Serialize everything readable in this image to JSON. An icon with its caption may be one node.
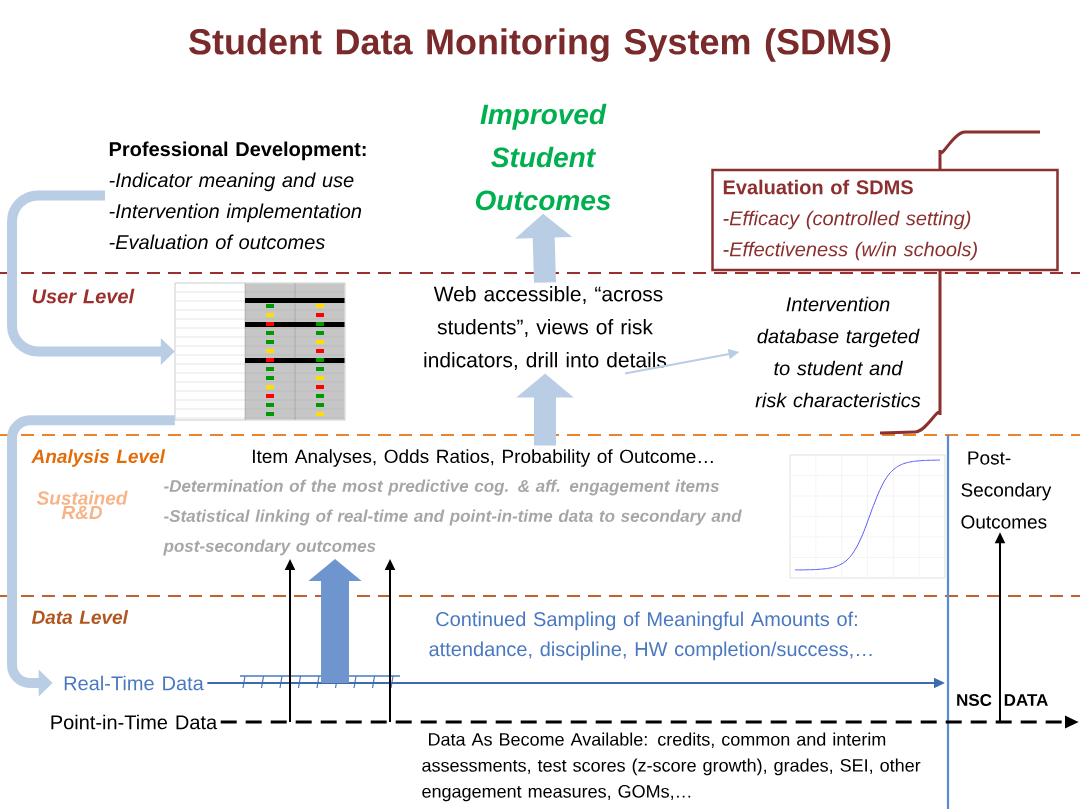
{
  "diagram": {
    "title": "Student Data Monitoring System (SDMS)",
    "nodes": [
      {
        "text": [
          "Improved Student Outcomes"
        ]
      },
      {
        "text": [
          "Professional Development:",
          "-Indicator meaning and use",
          "-Intervention implementation",
          "-Evaluation of outcomes"
        ]
      },
      {
        "text": [
          "Evaluation of SDMS",
          "-Efficacy (controlled setting)",
          "-Effectiveness (w/in schools)"
        ]
      },
      {
        "text": [],
        "shape": "picture"
      },
      {
        "text": [
          "Web accessible, “across students”, views of risk indicators, drill into details"
        ]
      },
      {
        "text": [
          "Intervention database targeted to student and risk characteristics"
        ]
      },
      {
        "text": [
          "Item Analyses, Odds Ratios, Probability of Outcome…"
        ]
      },
      {
        "text": [
          "Post-Secondary Outcomes"
        ]
      },
      {
        "text": [
          "Continued Sampling of Meaningful Amounts of: attendance, discipline, HW completion/success,…"
        ]
      },
      {
        "text": [
          "Data As Become Available: credits, common and interim assessments, test scores (z-score growth), grades, SEI, other engagement measures, GOMs,…"
        ]
      },
      {
        "text": [
          "Real-Time Data"
        ]
      },
      {
        "text": [
          "Point-in-Time Data"
        ]
      },
      {
        "text": [
          "-Determination of the most predictive cog. & aff. engagement items",
          "-Statistical linking of real-time and point-in-time data to secondary and post-secondary outcomes"
        ]
      }
    ],
    "edges": [
      {
        "from": 4,
        "to": 0,
        "arrow": "to",
        "style": "thick"
      },
      {
        "from": 6,
        "to": 4,
        "arrow": "to",
        "style": "thick"
      },
      {
        "from": 4,
        "to": 5,
        "arrow": "to",
        "color": "#b9cde5"
      },
      {
        "from": 1,
        "to": 3,
        "arrow": "to",
        "style": "thick"
      },
      {
        "from": 3,
        "to": 10,
        "arrow": "to",
        "style": "thick"
      },
      {
        "from": 10,
        "to": null,
        "arrow": "to",
        "color": "#3e6bb0"
      },
      {
        "from": 11,
        "to": null,
        "arrow": "to",
        "style": "dashed",
        "color": "#000000"
      },
      {
        "from": null,
        "to": 12,
        "arrow": "to",
        "color": "#000000"
      },
      {
        "from": null,
        "to": 12,
        "arrow": "to",
        "color": "#000000"
      },
      {
        "from": null,
        "to": 7,
        "arrow": "to",
        "color": "#000000"
      },
      {
        "from": null,
        "to": 12,
        "arrow": "to",
        "style": "thick",
        "color": "#6f95cf"
      }
    ],
    "labels": [
      "User Level",
      "Analysis Level",
      "Sustained R&D",
      "Data Level",
      "NSC",
      "DATA"
    ]
  }
}
